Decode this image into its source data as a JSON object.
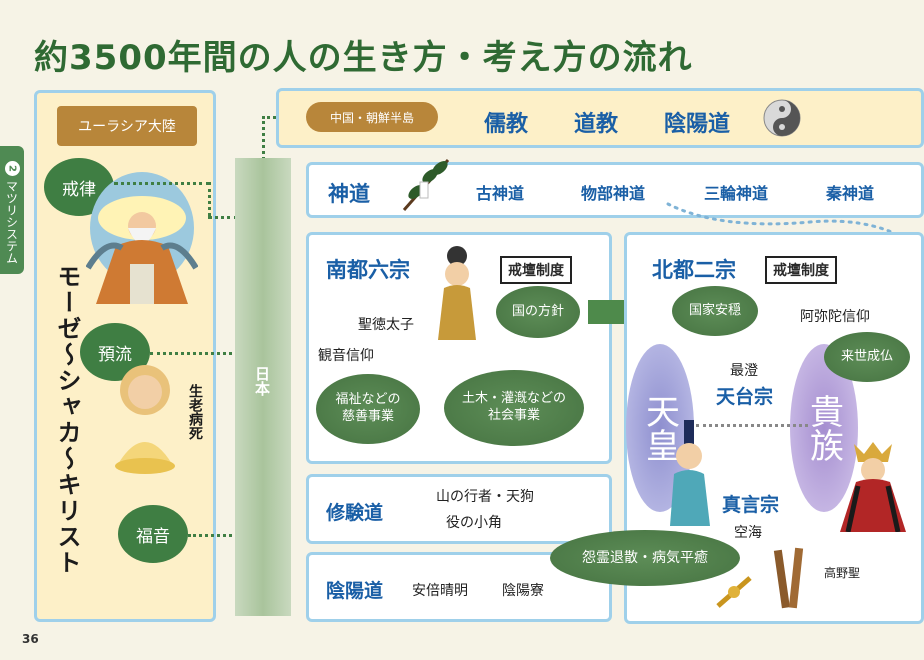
{
  "page_title": "約3500年間の人の生き方・考え方の流れ",
  "side_tab": {
    "number": "2",
    "label": "マツリシステム"
  },
  "page_number": "36",
  "left": {
    "region": "ユーラシア大陸",
    "circles": [
      "戒律",
      "預流",
      "福音"
    ],
    "vertical_title": "モーゼ〜シャカ〜キリスト",
    "life_text": "生老病死"
  },
  "japan_label": "日本",
  "top_row": {
    "tag": "中国・朝鮮半島",
    "items": [
      "儒教",
      "道教",
      "陰陽道"
    ]
  },
  "shinto": {
    "title": "神道",
    "items": [
      "古神道",
      "物部神道",
      "三輪神道",
      "秦神道"
    ]
  },
  "nanto": {
    "title": "南都六宗",
    "kaidan": "戒壇制度",
    "person": "聖徳太子",
    "faith": "観音信仰",
    "blobs": [
      "国の方針",
      "福祉などの\n慈善事業",
      "土木・灌漑などの\n社会事業"
    ]
  },
  "hokuto": {
    "title": "北都二宗",
    "kaidan": "戒壇制度",
    "blobs": [
      "国家安穏",
      "来世成仏",
      "怨霊退散・病気平癒"
    ],
    "amida": "阿弥陀信仰",
    "saicho": "最澄",
    "tendai": "天台宗",
    "shingon": "真言宗",
    "kukai": "空海",
    "koya": "高野聖",
    "emperor": "天皇",
    "nobility": "貴族"
  },
  "shugendo": {
    "title": "修験道",
    "line1": "山の行者・天狗",
    "line2": "役の小角"
  },
  "onmyodo": {
    "title": "陰陽道",
    "items": [
      "安倍晴明",
      "陰陽寮"
    ]
  },
  "colors": {
    "green": "#3f7e43",
    "blue": "#1a5fa6",
    "border": "#9fd0ea",
    "gold": "#b8863a"
  }
}
